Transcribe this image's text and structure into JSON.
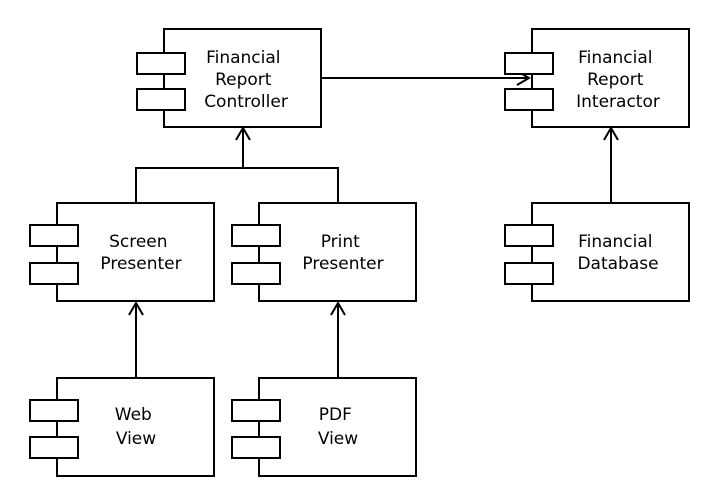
{
  "components": {
    "controller": {
      "line1": "Financial",
      "line2": "Report",
      "line3": "Controller"
    },
    "interactor": {
      "line1": "Financial",
      "line2": "Report",
      "line3": "Interactor"
    },
    "screen_presenter": {
      "line1": "Screen",
      "line2": "Presenter"
    },
    "print_presenter": {
      "line1": "Print",
      "line2": "Presenter"
    },
    "database": {
      "line1": "Financial",
      "line2": "Database"
    },
    "web_view": {
      "line1": "Web",
      "line2": "View"
    },
    "pdf_view": {
      "line1": "PDF",
      "line2": "View"
    }
  },
  "colors": {
    "stroke": "#000000",
    "fill": "#ffffff",
    "text": "#000000"
  }
}
